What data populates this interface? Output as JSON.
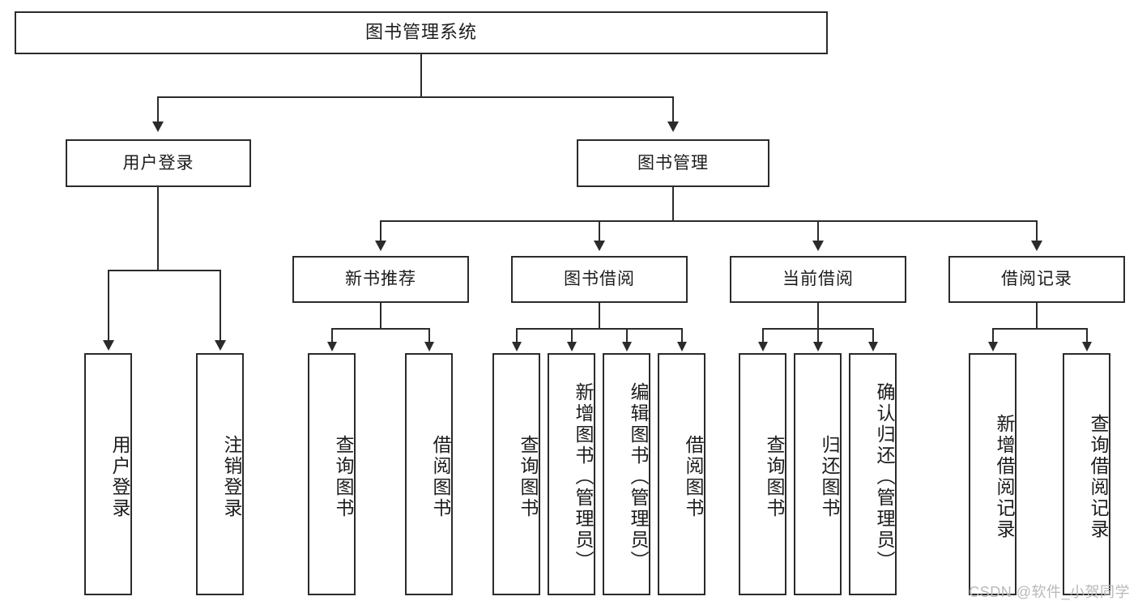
{
  "diagram": {
    "title": "图书管理系统",
    "type": "tree",
    "watermark": "CSDN @软件_小贺同学"
  },
  "root": {
    "label": "图书管理系统"
  },
  "level2": [
    {
      "label": "用户登录"
    },
    {
      "label": "图书管理"
    }
  ],
  "level3": [
    {
      "label": "新书推荐"
    },
    {
      "label": "图书借阅"
    },
    {
      "label": "当前借阅"
    },
    {
      "label": "借阅记录"
    }
  ],
  "leaves": {
    "user_login": [
      {
        "label": "用户登录"
      },
      {
        "label": "注销登录"
      }
    ],
    "new_book": [
      {
        "label": "查询图书"
      },
      {
        "label": "借阅图书"
      }
    ],
    "borrow": [
      {
        "label": "查询图书"
      },
      {
        "label": "新增图书（管理员）"
      },
      {
        "label": "编辑图书（管理员）"
      },
      {
        "label": "借阅图书"
      }
    ],
    "current": [
      {
        "label": "查询图书"
      },
      {
        "label": "归还图书"
      },
      {
        "label": "确认归还（管理员）"
      }
    ],
    "records": [
      {
        "label": "新增借阅记录"
      },
      {
        "label": "查询借阅记录"
      }
    ]
  },
  "colors": {
    "stroke": "#2b2b2b",
    "fill": "#ffffff",
    "text": "#1c1c1c",
    "watermark": "#b9b9b9"
  }
}
